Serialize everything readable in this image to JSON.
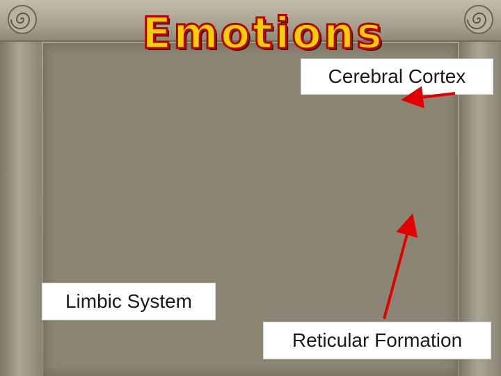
{
  "slide": {
    "title": "Emotions"
  },
  "labels": {
    "cerebral_cortex": "Cerebral Cortex",
    "limbic_system": "Limbic System",
    "reticular_formation": "Reticular Formation"
  },
  "colors": {
    "title_fill": "#f0d000",
    "title_outline": "#c00000",
    "arrow": "#e00000",
    "background": "#8b8573"
  },
  "icons": {
    "left_ornament": "spiral-scroll-icon",
    "right_ornament": "spiral-scroll-icon"
  }
}
